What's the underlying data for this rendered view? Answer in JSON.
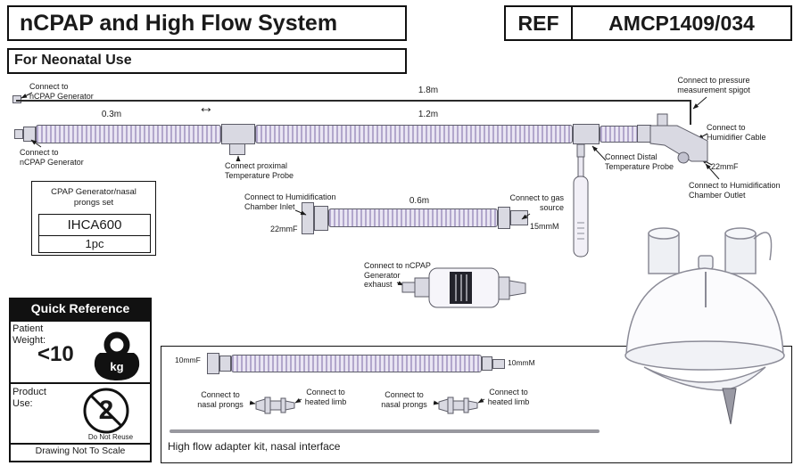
{
  "header": {
    "title": "nCPAP and High Flow System",
    "subtitle": "For Neonatal Use",
    "ref_label": "REF",
    "ref_value": "AMCP1409/034"
  },
  "main_diagram": {
    "connect_ncpap_generator_top": "Connect to\nnCPAP Generator",
    "dim_1_8m": "1.8m",
    "connect_pressure_spigot": "Connect to pressure\nmeasurement spigot",
    "dim_0_3m": "0.3m",
    "bidirectional_arrow": "↔",
    "dim_1_2m": "1.2m",
    "connect_ncpap_generator_bottom": "Connect to\nnCPAP Generator",
    "connect_proximal_temp_probe": "Connect proximal\nTemperature Probe",
    "connect_distal_temp_probe": "Connect Distal\nTemperature Probe",
    "connect_humidifier_cable": "Connect to\nHumidifier Cable",
    "size_22mmf_outlet": "22mmF",
    "connect_humidification_chamber_outlet": "Connect to Humidification\nChamber Outlet"
  },
  "cpap_set_box": {
    "label": "CPAP Generator/nasal\nprongs set",
    "code": "IHCA600",
    "qty": "1pc"
  },
  "inlet_tube": {
    "connect_humidification_chamber_inlet": "Connect to Humidification\nChamber Inlet",
    "size_22mmf": "22mmF",
    "dim_0_6m": "0.6m",
    "connect_gas_source": "Connect to gas\nsource",
    "size_15mmm": "15mmM"
  },
  "exhaust": {
    "connect_ncpap_exhaust": "Connect to nCPAP\nGenerator\nexhaust"
  },
  "quick_reference": {
    "title": "Quick Reference",
    "patient_weight_label": "Patient\nWeight:",
    "weight_value": "<10",
    "weight_unit": "kg",
    "product_use_label": "Product\nUse:",
    "reuse_icon_number": "2",
    "do_not_reuse": "Do Not Reuse",
    "not_to_scale": "Drawing Not To Scale"
  },
  "adapter_kit": {
    "size_10mmf": "10mmF",
    "size_10mmm": "10mmM",
    "connect_nasal_prongs_1": "Connect to\nnasal prongs",
    "connect_heated_limb_1": "Connect to\nheated limb",
    "connect_nasal_prongs_2": "Connect to\nnasal prongs",
    "connect_heated_limb_2": "Connect to\nheated limb",
    "caption": "High flow adapter kit, nasal interface"
  },
  "colors": {
    "tube_rib": "#b2a7cc",
    "tube_gap": "#e9e5f3",
    "connector": "#d9d9e2",
    "ink": "#1a1a1a"
  }
}
